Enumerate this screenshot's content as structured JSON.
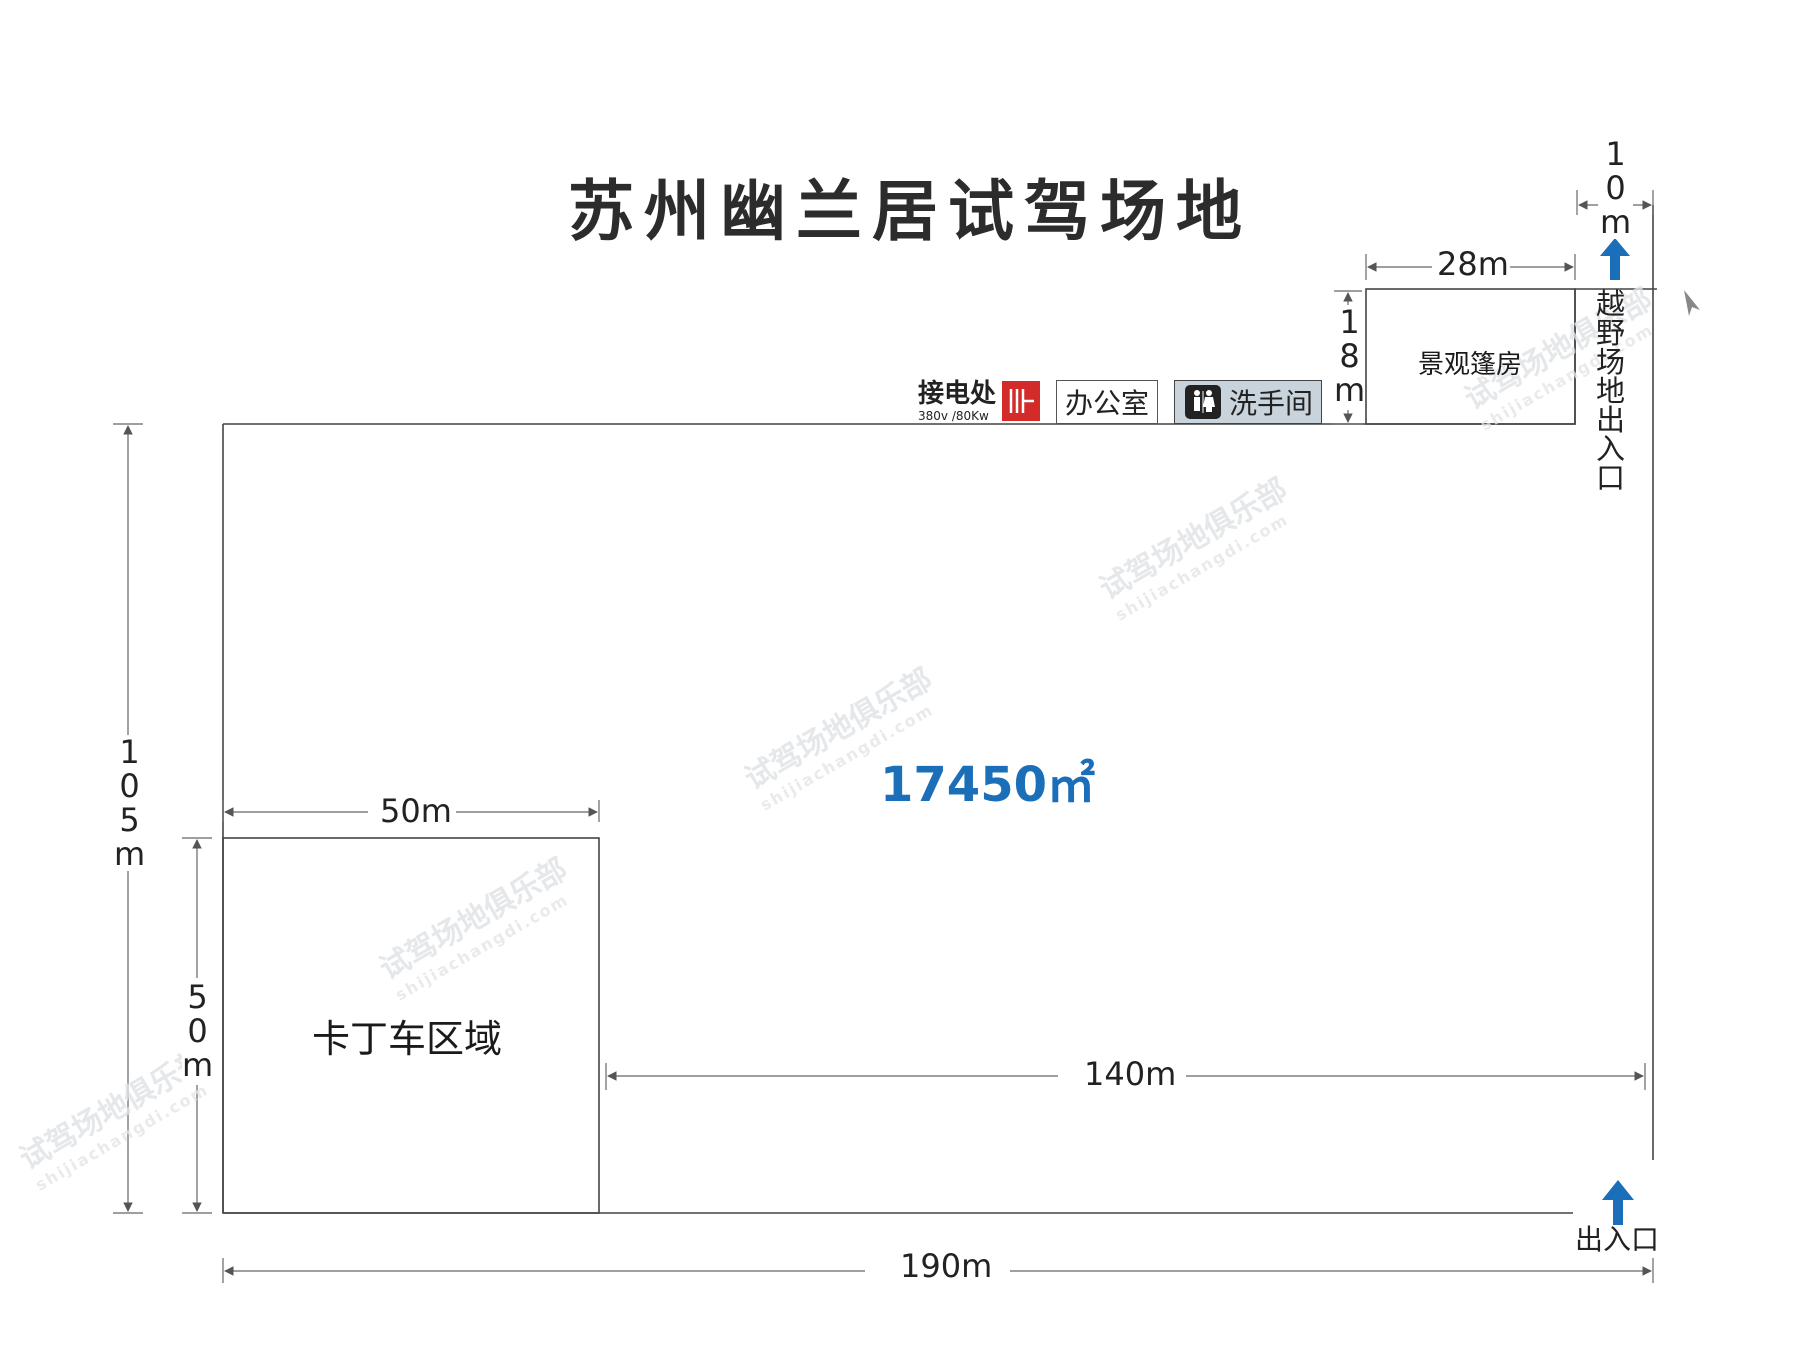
{
  "title": "苏州幽兰居试驾场地",
  "total_area": "17450㎡",
  "zones": {
    "kart": "卡丁车区域",
    "tent": "景观篷房",
    "offroad_exit": "越野场地出入口",
    "main_exit": "出入口"
  },
  "facilities": {
    "power_label": "接电处",
    "power_spec": "380v /80Kw",
    "office": "办公室",
    "restroom": "洗手间"
  },
  "dimensions": {
    "total_width": "190m",
    "total_height": [
      "1",
      "0",
      "5",
      "m"
    ],
    "kart_width": "50m",
    "kart_height": [
      "5",
      "0",
      "m"
    ],
    "right_width": "140m",
    "tent_width": "28m",
    "tent_height": [
      "1",
      "8",
      "m"
    ],
    "exit_width": [
      "1",
      "0",
      "m"
    ]
  },
  "offroad_chars": [
    "越",
    "野",
    "场",
    "地",
    "出",
    "入",
    "口"
  ],
  "watermark": {
    "text": "试驾场地俱乐部",
    "url": "shijiachangdi.com"
  },
  "colors": {
    "accent_blue": "#1a6fb8",
    "power_red": "#d32a2a",
    "restroom_gray": "#c9d3db"
  }
}
